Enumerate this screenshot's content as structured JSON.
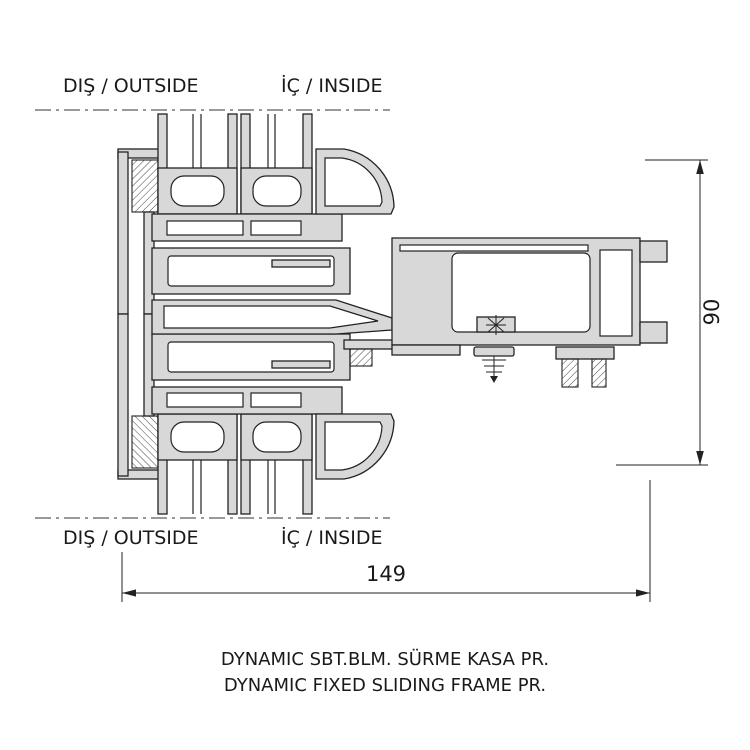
{
  "drawing": {
    "labels": {
      "top_outside": "DIŞ / OUTSIDE",
      "top_inside": "İÇ / INSIDE",
      "bottom_outside": "DIŞ / OUTSIDE",
      "bottom_inside": "İÇ / INSIDE"
    },
    "dims": {
      "width": "149",
      "height": "90"
    },
    "caption": {
      "line1": "DYNAMIC SBT.BLM. SÜRME KASA PR.",
      "line2": "DYNAMIC FIXED SLIDING FRAME PR."
    },
    "colors": {
      "line": "#222222",
      "profile_fill": "#d8d8d8",
      "background": "#ffffff"
    }
  }
}
